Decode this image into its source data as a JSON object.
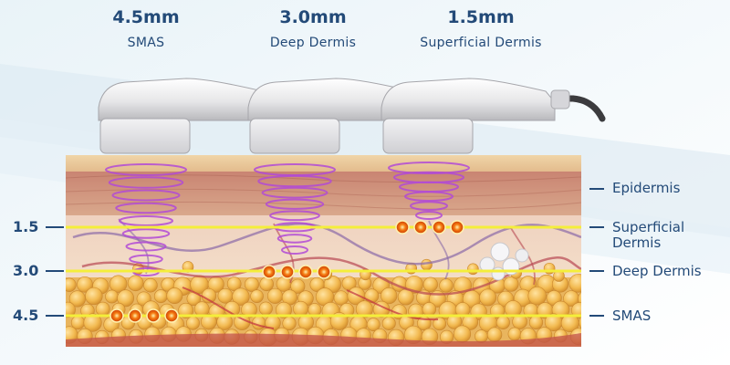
{
  "transducers": [
    {
      "depth": "4.5mm",
      "target": "SMAS"
    },
    {
      "depth": "3.0mm",
      "target": "Deep Dermis"
    },
    {
      "depth": "1.5mm",
      "target": "Superficial Dermis"
    }
  ],
  "layer_labels": {
    "epidermis": "Epidermis",
    "superficial_dermis_line1": "Superficial",
    "superficial_dermis_line2": "Dermis",
    "deep_dermis": "Deep Dermis",
    "smas": "SMAS"
  },
  "scale_labels": [
    "1.5",
    "3.0",
    "4.5"
  ],
  "colors": {
    "text": "#234a78",
    "focus_line": "#f4ee3a",
    "focus_point": "#f07c10",
    "waves": "#b24ad6",
    "epidermis": "#e8c79a",
    "dermis": "#c98a73",
    "fat": "#f0b84c"
  }
}
